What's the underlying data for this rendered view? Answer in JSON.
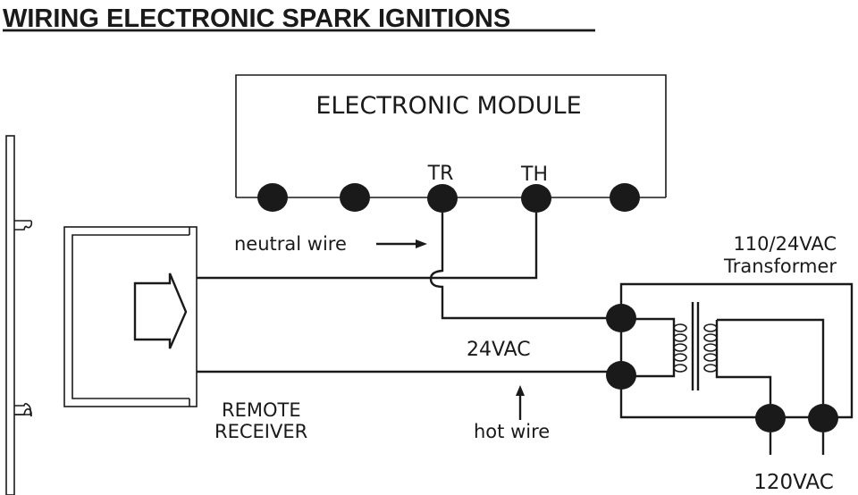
{
  "title": "WIRING ELECTRONIC SPARK IGNITIONS",
  "module": {
    "label": "ELECTRONIC MODULE",
    "terminals": [
      {
        "id": "t1",
        "label": ""
      },
      {
        "id": "t2",
        "label": ""
      },
      {
        "id": "tr",
        "label": "TR"
      },
      {
        "id": "th",
        "label": "TH"
      },
      {
        "id": "t5",
        "label": ""
      }
    ]
  },
  "remote_receiver": {
    "label_line1": "REMOTE",
    "label_line2": "RECEIVER"
  },
  "transformer": {
    "label_line1": "110/24VAC",
    "label_line2": "Transformer"
  },
  "annotations": {
    "neutral_wire": "neutral wire",
    "hot_wire": "hot wire",
    "low_voltage": "24VAC",
    "line_voltage": "120VAC"
  },
  "colors": {
    "ink": "#1a1a1a",
    "background": "#ffffff"
  }
}
